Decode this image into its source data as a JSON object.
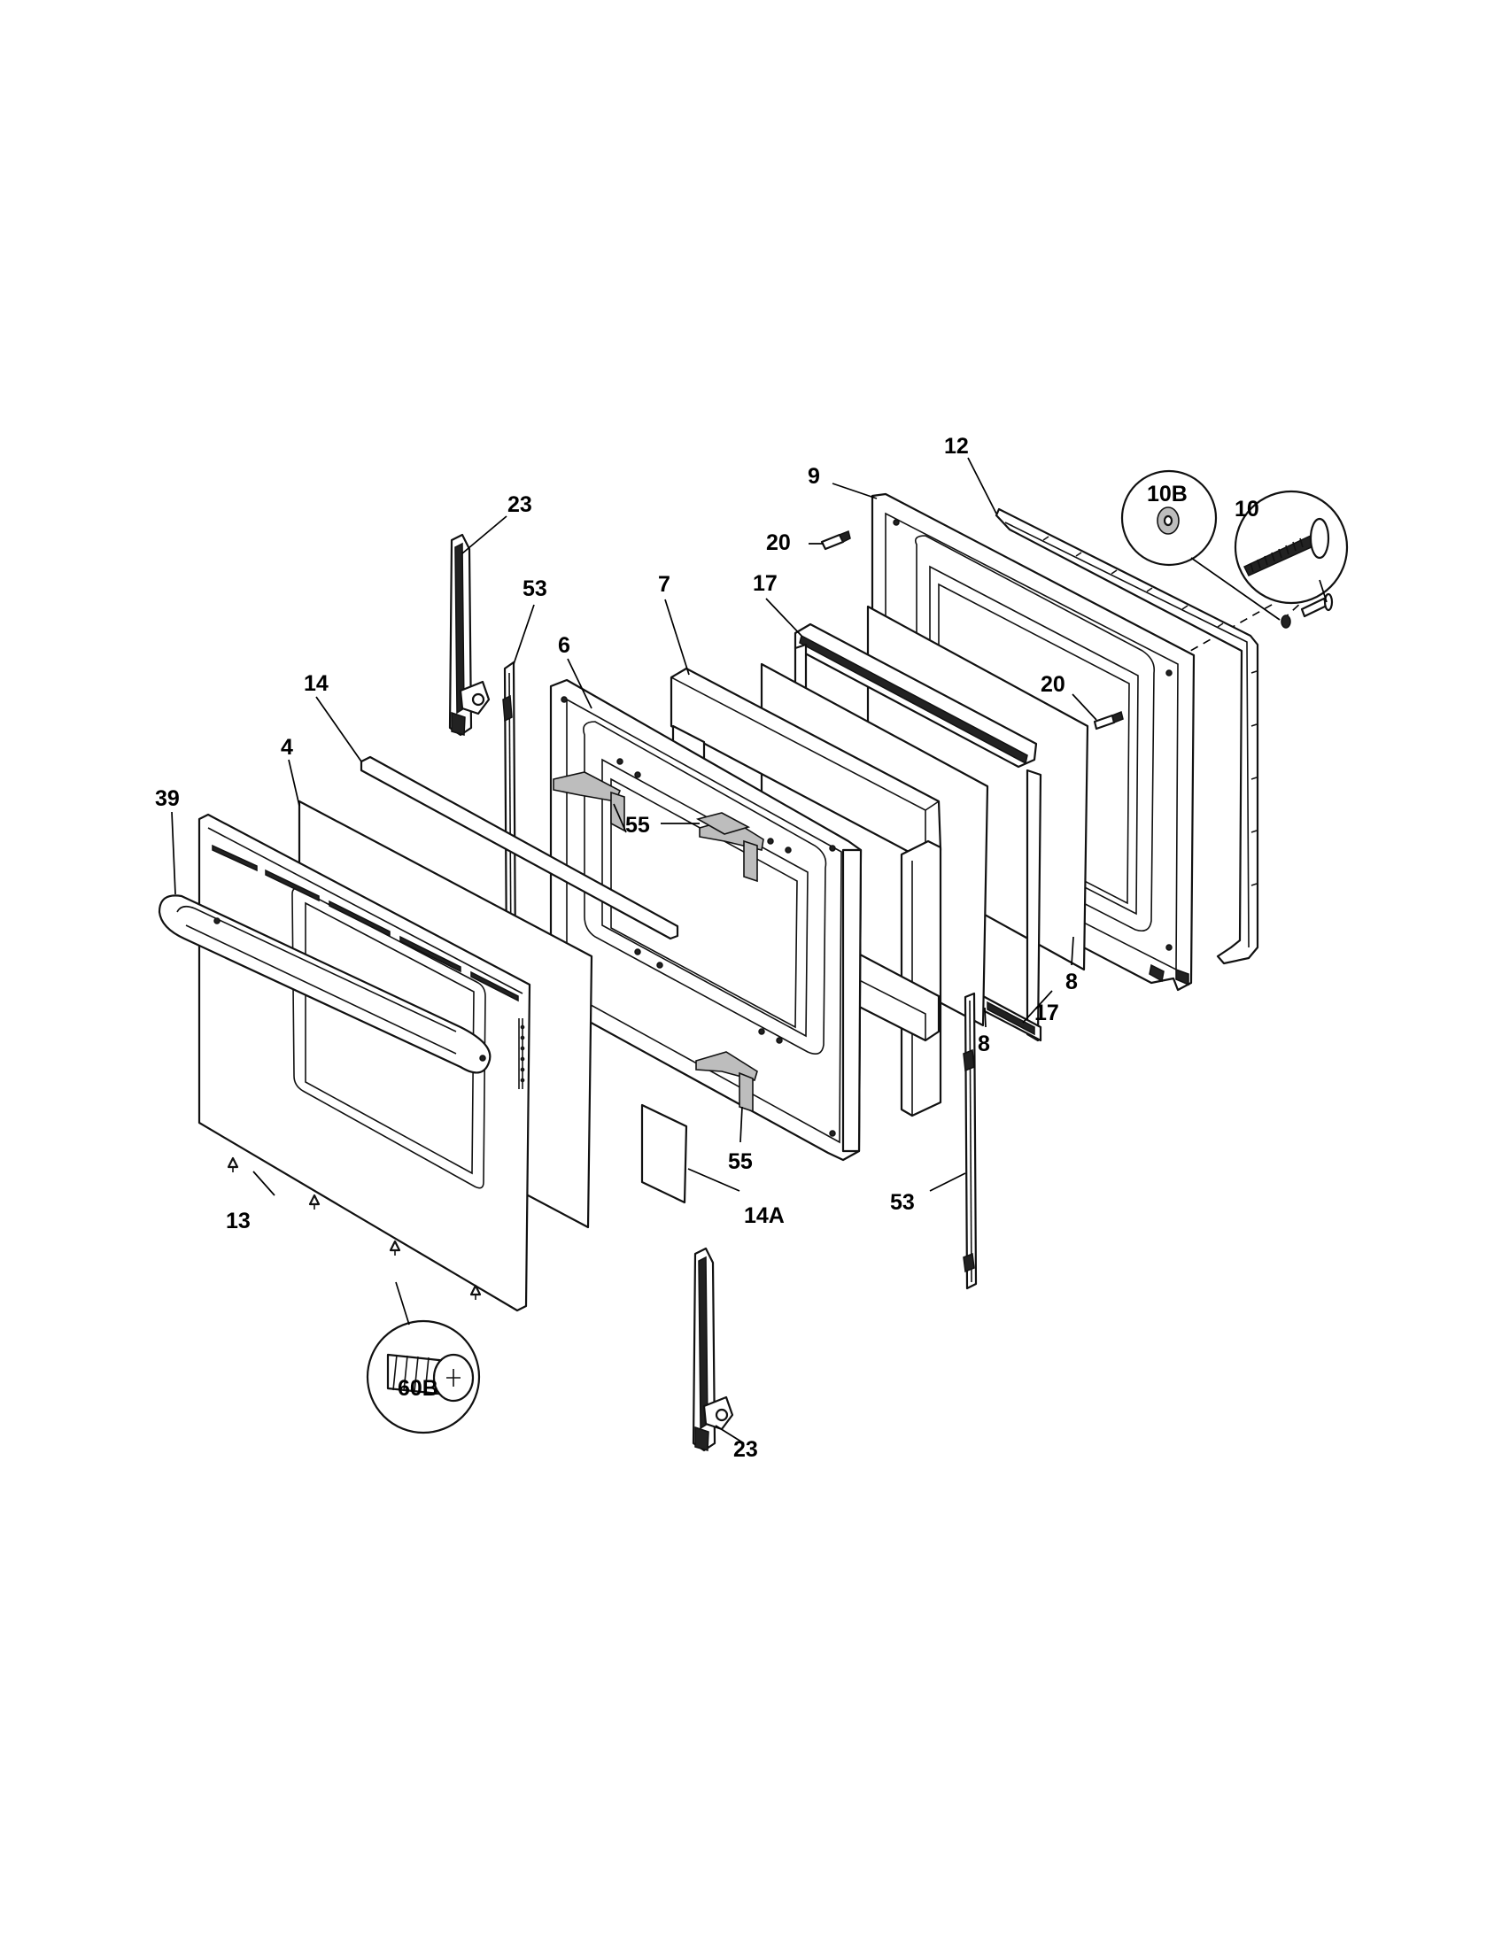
{
  "diagram": {
    "callouts": {
      "c23_top": "23",
      "c53_top": "53",
      "c14": "14",
      "c4": "4",
      "c39": "39",
      "c6": "6",
      "c7": "7",
      "c55_mid": "55",
      "c55_bottom": "55",
      "c17_top": "17",
      "c9": "9",
      "c12": "12",
      "c20_top": "20",
      "c20_right": "20",
      "c10B": "10B",
      "c10": "10",
      "c8_right": "8",
      "c8_mid": "8",
      "c17_bottom": "17",
      "c13": "13",
      "c14A": "14A",
      "c53_bottom": "53",
      "c60B": "60B",
      "c23_bottom": "23"
    }
  }
}
